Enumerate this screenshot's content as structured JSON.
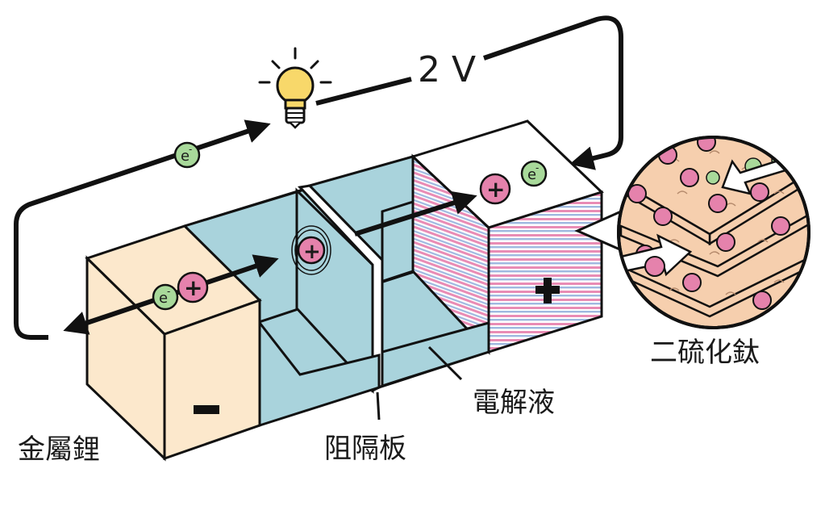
{
  "voltage": "2 V",
  "labels": {
    "anode": "金屬鋰",
    "separator": "阻隔板",
    "electrolyte": "電解液",
    "cathode_material": "二硫化鈦"
  },
  "particles": {
    "electron": "e",
    "electron_charge": "-",
    "lithium_ion": "+"
  },
  "terminals": {
    "negative": "−",
    "positive": "+"
  },
  "colors": {
    "anode": "#fce8cc",
    "electrolyte": "#a9d3dc",
    "cathode_stripe_pink": "#e98cb5",
    "cathode_stripe_blue": "#9fb9e0",
    "electron": "#a8d99a",
    "ion": "#e582ac",
    "bulb": "#f8d86a",
    "layer": "#f6cfae"
  }
}
